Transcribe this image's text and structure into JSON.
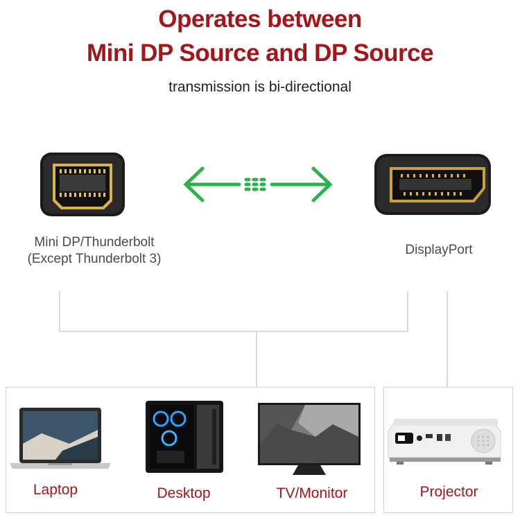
{
  "headline": {
    "line1": "Operates between",
    "line2": "Mini DP Source and DP Source"
  },
  "subtitle": "transmission is bi-directional",
  "ports": {
    "mini_dp_label_line1": "Mini DP/Thunderbolt",
    "mini_dp_label_line2": "(Except Thunderbolt 3)",
    "displayport_label": "DisplayPort"
  },
  "devices": {
    "laptop": "Laptop",
    "desktop": "Desktop",
    "monitor": "TV/Monitor",
    "projector": "Projector"
  },
  "colors": {
    "headline": "#a4151b",
    "device_label": "#a4151b",
    "arrow": "#2db24a",
    "connector_gold": "#c9a23a"
  },
  "icons": [
    "mini-displayport-connector-icon",
    "displayport-connector-icon",
    "bidirectional-arrow-icon",
    "laptop-icon",
    "desktop-pc-icon",
    "monitor-icon",
    "projector-icon"
  ]
}
